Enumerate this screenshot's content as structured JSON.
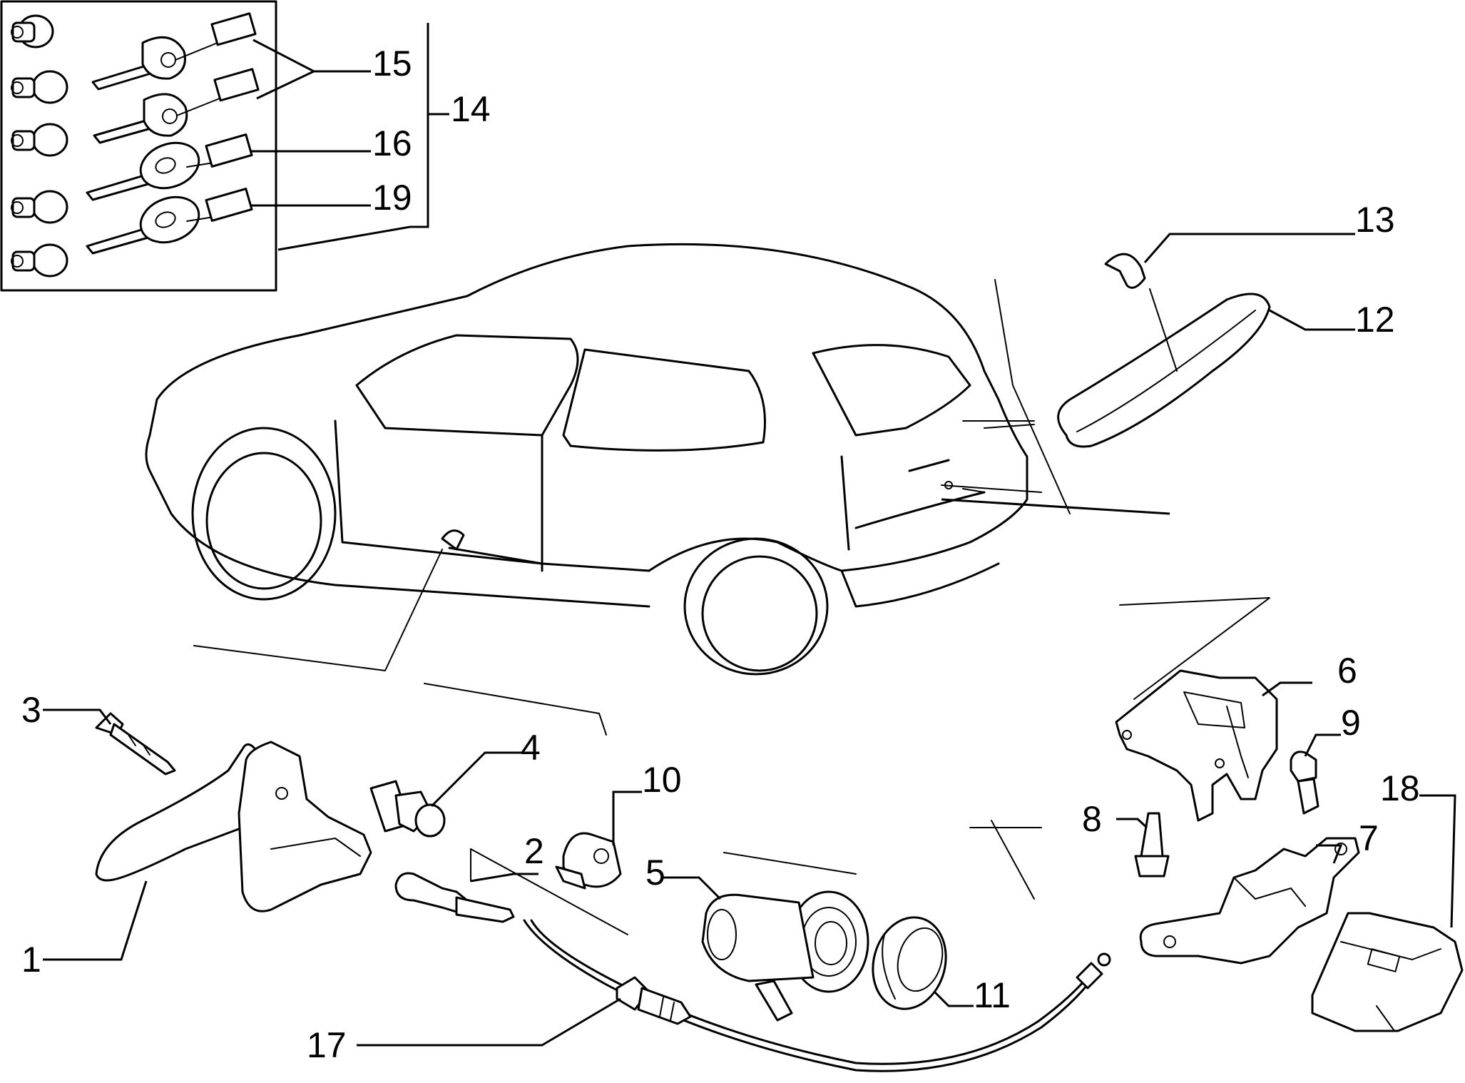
{
  "callouts": {
    "c1": "1",
    "c2": "2",
    "c3": "3",
    "c4": "4",
    "c5": "5",
    "c6": "6",
    "c7": "7",
    "c8": "8",
    "c9": "9",
    "c10": "10",
    "c11": "11",
    "c12": "12",
    "c13": "13",
    "c14": "14",
    "c15": "15",
    "c16": "16",
    "c17": "17",
    "c18": "18",
    "c19": "19"
  },
  "icons": {
    "car": "hatchback-car-outline",
    "inset": "keys-and-lock-cylinders-inset",
    "handle": "door-handle",
    "latch": "tailgate-latch",
    "cylinder": "lock-cylinder",
    "cable": "release-cable"
  },
  "colors": {
    "line": "#000000",
    "background": "#ffffff"
  }
}
